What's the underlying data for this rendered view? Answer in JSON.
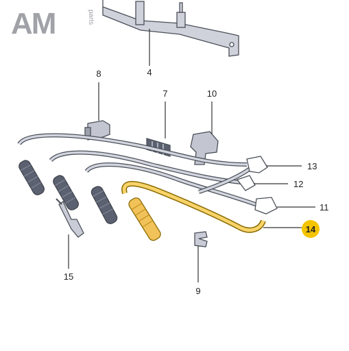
{
  "logo": {
    "letters": "AM",
    "suffix": "parts"
  },
  "callouts": {
    "p4": "4",
    "p7": "7",
    "p8": "8",
    "p9": "9",
    "p10": "10",
    "p11": "11",
    "p12": "12",
    "p13": "13",
    "p14": "14",
    "p15": "15"
  },
  "colors": {
    "highlight": "#f5c400",
    "highlight_fill": "#f7d36a",
    "parts_fill": "#c9ccd6",
    "dark_parts": "#5b6170",
    "logo_grey": "#9a9ca3"
  }
}
